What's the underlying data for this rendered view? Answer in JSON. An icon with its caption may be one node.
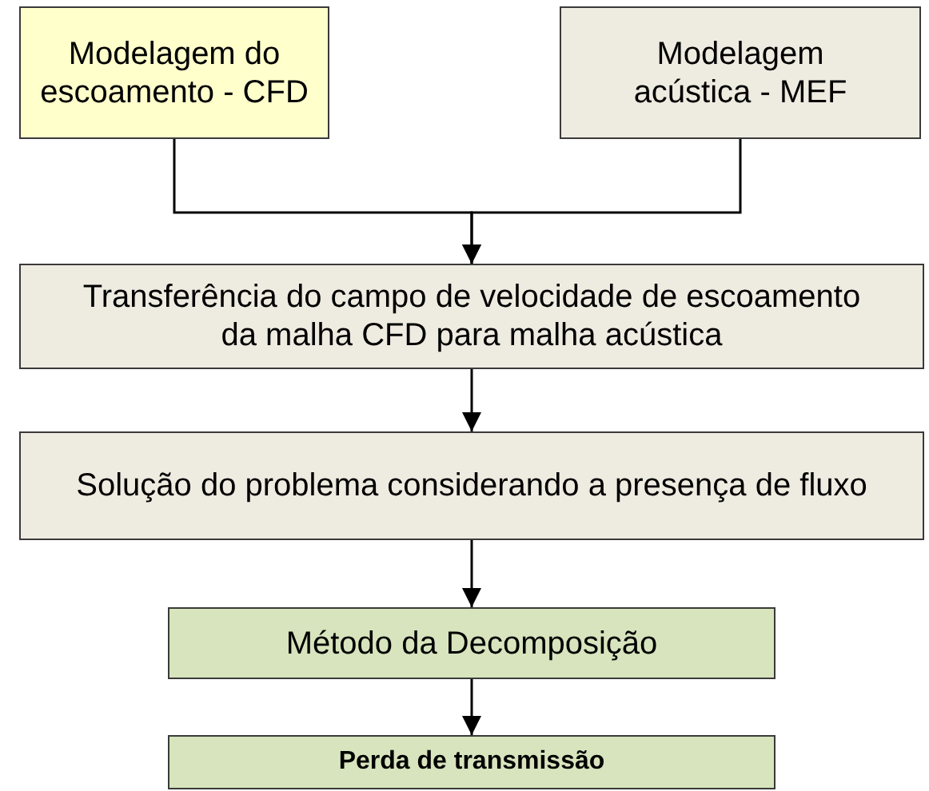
{
  "diagram": {
    "nodes": [
      {
        "text": [
          "Modelagem do escoamento - CFD"
        ]
      },
      {
        "text": [
          "Modelagem acústica - MEF"
        ]
      },
      {
        "text": [
          "Transferência do campo de velocidade de escoamento da malha CFD para malha acústica"
        ]
      },
      {
        "text": [
          "Solução do problema considerando a presença de fluxo"
        ]
      },
      {
        "text": [
          "Método da Decomposição"
        ]
      },
      {
        "text": [
          "Perda de transmissão"
        ]
      }
    ],
    "edges": [
      {
        "from": 0,
        "to": 2,
        "arrow": "to"
      },
      {
        "from": 1,
        "to": 2,
        "arrow": "to"
      },
      {
        "from": 2,
        "to": 3,
        "arrow": "to"
      },
      {
        "from": 3,
        "to": 4,
        "arrow": "to"
      },
      {
        "from": 4,
        "to": 5,
        "arrow": "to"
      }
    ]
  }
}
